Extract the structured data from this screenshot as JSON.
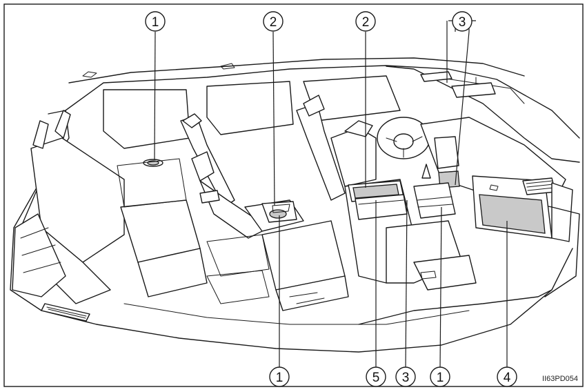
{
  "figure": {
    "code": "II63PD054",
    "callouts": [
      {
        "id": "top-1",
        "label": "1"
      },
      {
        "id": "top-2a",
        "label": "2"
      },
      {
        "id": "top-2b",
        "label": "2"
      },
      {
        "id": "top-3",
        "label": "3"
      },
      {
        "id": "bottom-1a",
        "label": "1"
      },
      {
        "id": "bottom-5",
        "label": "5"
      },
      {
        "id": "bottom-3",
        "label": "3"
      },
      {
        "id": "bottom-1b",
        "label": "1"
      },
      {
        "id": "bottom-4",
        "label": "4"
      }
    ]
  }
}
